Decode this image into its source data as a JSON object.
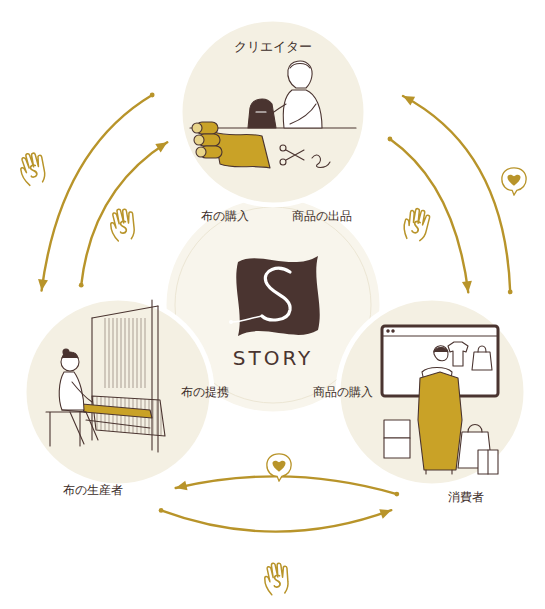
{
  "diagram": {
    "nodes": [
      {
        "text": [
          "クリエイター",
          "布の購入",
          "商品の出品"
        ]
      },
      {
        "text": [
          "STORY"
        ]
      },
      {
        "text": [
          "布の提携",
          "布の生産者"
        ]
      },
      {
        "text": [
          "商品の購入",
          "消費者"
        ]
      }
    ],
    "edges": [
      {
        "from": 0,
        "to": 2,
        "arrow": "to"
      },
      {
        "from": 2,
        "to": 0,
        "arrow": "to"
      },
      {
        "from": 0,
        "to": 3,
        "arrow": "to"
      },
      {
        "from": 3,
        "to": 0,
        "arrow": "to"
      },
      {
        "from": 3,
        "to": 2,
        "arrow": "to"
      },
      {
        "from": 2,
        "to": 3,
        "arrow": "to"
      }
    ]
  }
}
